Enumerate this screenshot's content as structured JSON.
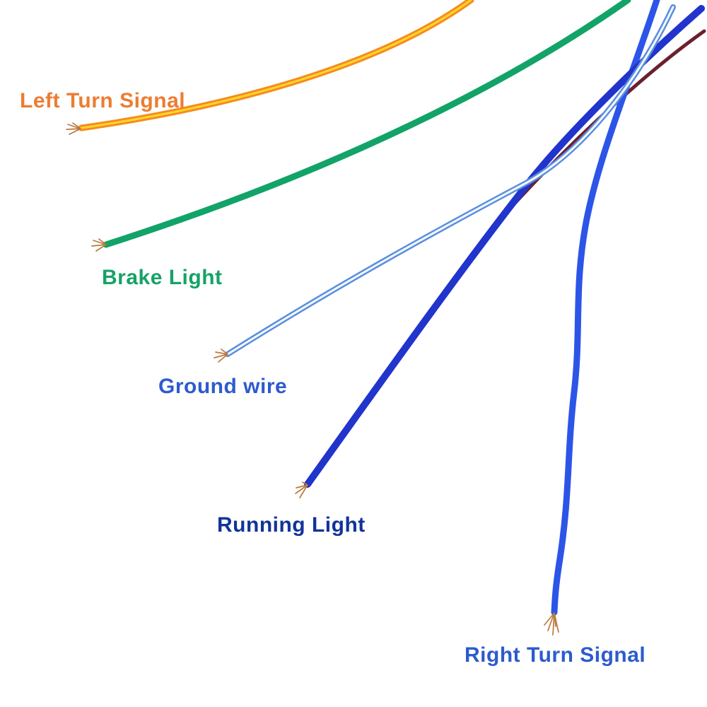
{
  "page": {
    "background": "#ffffff",
    "description": "Motorcycle tail light wiring harness photo with five labeled wires"
  },
  "labels": {
    "left_turn": {
      "text": "Left Turn Signal",
      "color": "#ed7c31"
    },
    "brake": {
      "text": "Brake Light",
      "color": "#17a266"
    },
    "ground": {
      "text": "Ground wire",
      "color": "#2d5bce"
    },
    "running": {
      "text": "Running Light",
      "color": "#12339b"
    },
    "right_turn": {
      "text": "Right Turn Signal",
      "color": "#2d5bce"
    }
  },
  "wires": {
    "left_turn": {
      "color": "#f68b1f",
      "stripe": "#ffd629"
    },
    "brake": {
      "color": "#12a368"
    },
    "ground": {
      "outer": "#5a8edd",
      "core": "#f4f9ff"
    },
    "running": {
      "color": "#2134cc"
    },
    "right_turn": {
      "color": "#2c55e8"
    },
    "companion": {
      "color": "#6b1f2f"
    },
    "copper": "#b97a3c"
  }
}
